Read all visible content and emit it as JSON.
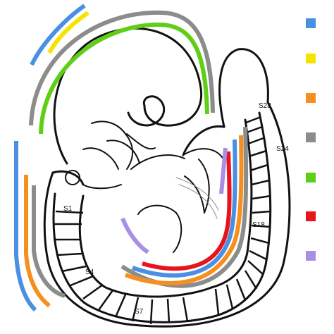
{
  "somite_labels": [
    {
      "id": "s1",
      "text": "S1"
    },
    {
      "id": "s4",
      "text": "S4"
    },
    {
      "id": "s7",
      "text": "S7"
    },
    {
      "id": "s18",
      "text": "S18"
    },
    {
      "id": "s24",
      "text": "S24"
    },
    {
      "id": "s28",
      "text": "S28"
    }
  ],
  "colors": {
    "blue": "#4a90e2",
    "yellow": "#f5e400",
    "orange": "#f5901e",
    "gray": "#8c8c8c",
    "green": "#5ecf14",
    "red": "#e8141c",
    "purple": "#a98ee6",
    "outline": "#111111"
  },
  "legend": {
    "swatches": [
      "blue",
      "yellow",
      "orange",
      "gray",
      "green",
      "red",
      "purple"
    ]
  }
}
